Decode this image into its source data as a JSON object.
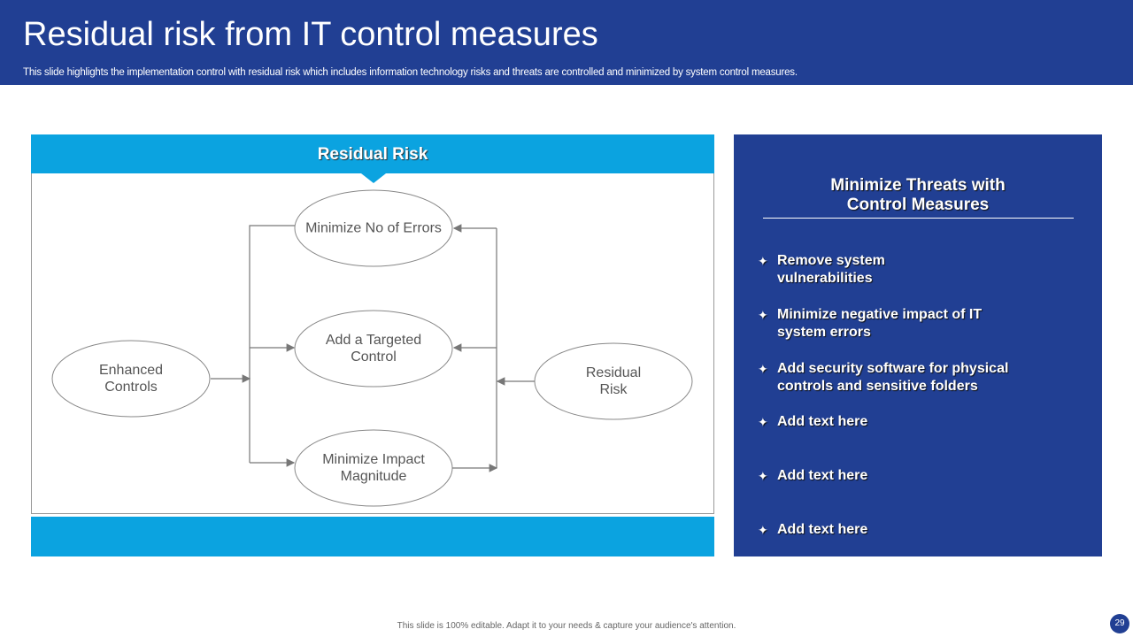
{
  "header": {
    "title": "Residual risk from IT control measures",
    "subtitle": "This slide highlights the implementation control with residual risk which includes information technology risks and threats are controlled and minimized by system control measures."
  },
  "diagram": {
    "heading": "Residual Risk",
    "nodes": {
      "errors": "Minimize No of Errors",
      "targeted": "Add a Targeted Control",
      "impact": "Minimize Impact Magnitude",
      "enhanced": "Enhanced Controls",
      "residual": "Residual Risk"
    }
  },
  "panel": {
    "title": "Minimize Threats with Control Measures",
    "bullet_icon": "four-point-star-icon",
    "items": [
      "Remove system vulnerabilities",
      "Minimize negative impact of IT system errors",
      "Add security software for physical controls and sensitive folders",
      "Add text here",
      "Add text here",
      "Add text here"
    ]
  },
  "colors": {
    "header": "#213f93",
    "accent": "#0ba3e0"
  },
  "footer": {
    "note": "This slide is 100% editable. Adapt it to your needs & capture your audience's attention.",
    "page": "29"
  }
}
